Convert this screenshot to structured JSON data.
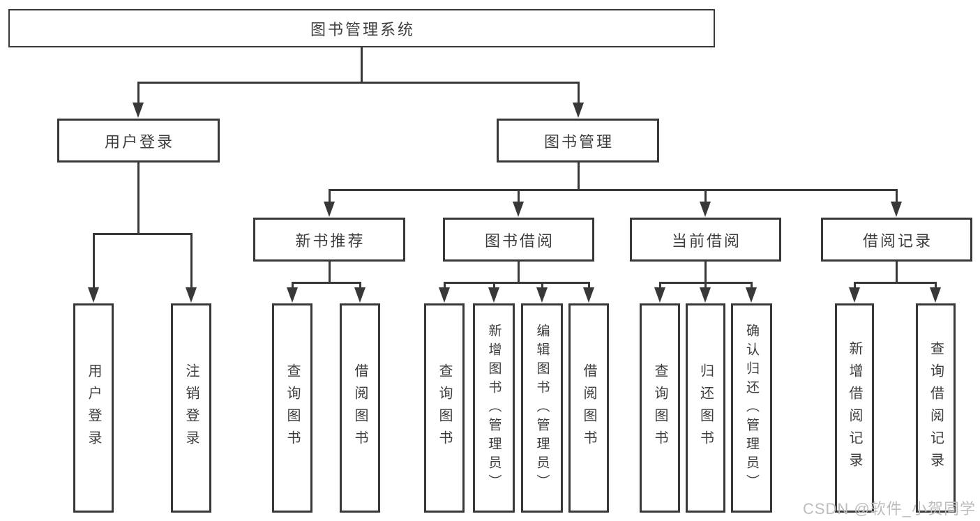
{
  "diagram": {
    "title": "图书管理系统",
    "watermark": "CSDN @软件_小贺同学",
    "colors": {
      "line": "#383838",
      "text": "#3d3d3d",
      "background": "#ffffff",
      "watermark": "#bcbcbc"
    },
    "nodes": [
      {
        "id": "root",
        "parent": null,
        "label": "图书管理系统"
      },
      {
        "id": "user-login",
        "parent": "root",
        "label": "用户登录"
      },
      {
        "id": "book-management",
        "parent": "root",
        "label": "图书管理"
      },
      {
        "id": "new-book-recommendation",
        "parent": "book-management",
        "label": "新书推荐"
      },
      {
        "id": "book-borrowing",
        "parent": "book-management",
        "label": "图书借阅"
      },
      {
        "id": "current-borrowing",
        "parent": "book-management",
        "label": "当前借阅"
      },
      {
        "id": "borrowing-records",
        "parent": "book-management",
        "label": "借阅记录"
      },
      {
        "id": "leaf-user-login",
        "parent": "user-login",
        "label": "用户登录"
      },
      {
        "id": "leaf-logout",
        "parent": "user-login",
        "label": "注销登录"
      },
      {
        "id": "leaf-nbr-query-books",
        "parent": "new-book-recommendation",
        "label": "查询图书"
      },
      {
        "id": "leaf-nbr-borrow-books",
        "parent": "new-book-recommendation",
        "label": "借阅图书"
      },
      {
        "id": "leaf-bb-query-books",
        "parent": "book-borrowing",
        "label": "查询图书"
      },
      {
        "id": "leaf-bb-add-books",
        "parent": "book-borrowing",
        "label": "新增图书（管理员）"
      },
      {
        "id": "leaf-bb-edit-books",
        "parent": "book-borrowing",
        "label": "编辑图书（管理员）"
      },
      {
        "id": "leaf-bb-borrow-books",
        "parent": "book-borrowing",
        "label": "借阅图书"
      },
      {
        "id": "leaf-cb-query-books",
        "parent": "current-borrowing",
        "label": "查询图书"
      },
      {
        "id": "leaf-cb-return-books",
        "parent": "current-borrowing",
        "label": "归还图书"
      },
      {
        "id": "leaf-cb-confirm-return",
        "parent": "current-borrowing",
        "label": "确认归还（管理员）"
      },
      {
        "id": "leaf-br-add-record",
        "parent": "borrowing-records",
        "label": "新增借阅记录"
      },
      {
        "id": "leaf-br-query-record",
        "parent": "borrowing-records",
        "label": "查询借阅记录"
      }
    ]
  }
}
